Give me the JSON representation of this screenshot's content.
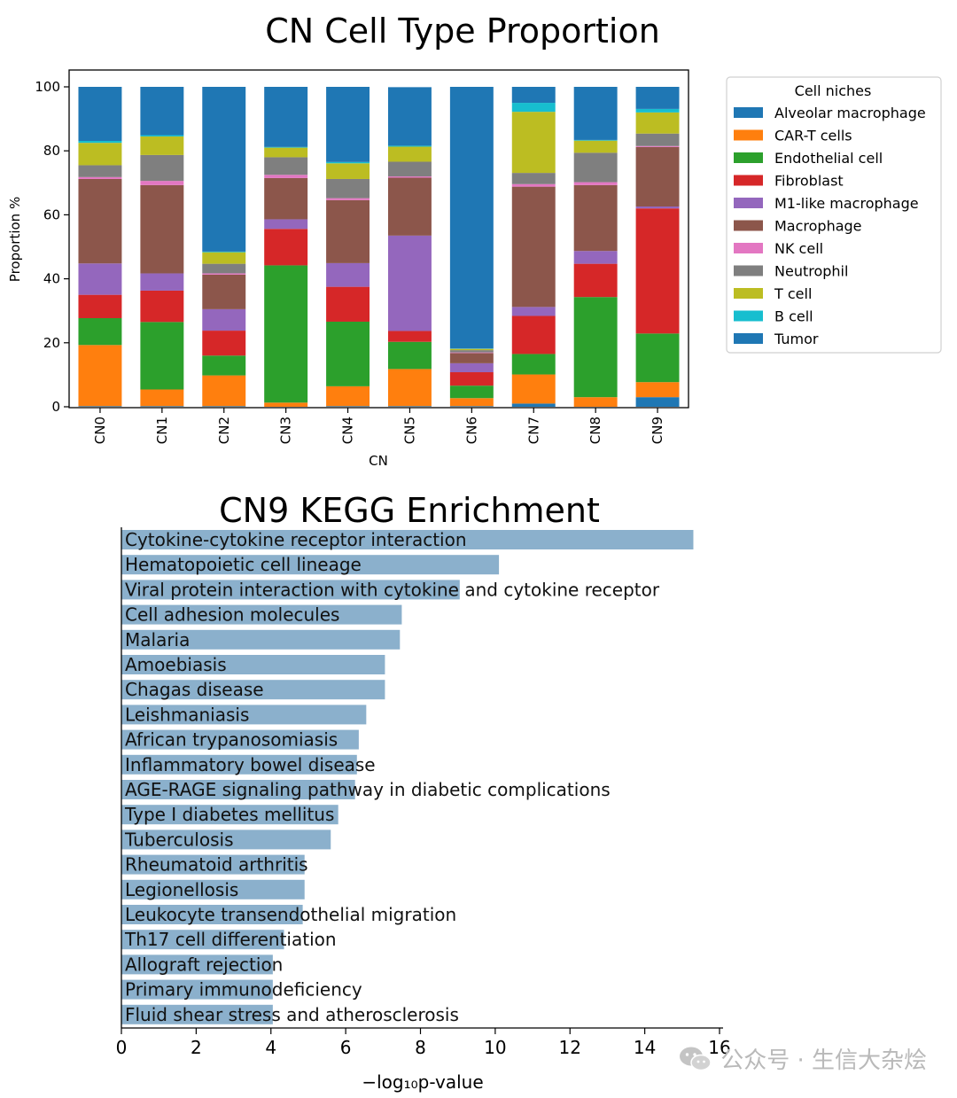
{
  "chart_data": [
    {
      "type": "bar",
      "stacked": true,
      "title": "CN Cell Type Proportion",
      "xlabel": "CN",
      "ylabel": "Proportion %",
      "ylim": [
        0,
        100
      ],
      "yticks": [
        "0",
        "20",
        "40",
        "60",
        "80",
        "100"
      ],
      "categories": [
        "CN0",
        "CN1",
        "CN2",
        "CN3",
        "CN4",
        "CN5",
        "CN6",
        "CN7",
        "CN8",
        "CN9"
      ],
      "legend": {
        "title": "Cell niches",
        "placement": "outside-right"
      },
      "series": [
        {
          "name": "Tumor",
          "color": "#1f77b4",
          "values": [
            0.2,
            0.2,
            0.2,
            0,
            0.2,
            0.2,
            0.2,
            1.0,
            0,
            3.0
          ]
        },
        {
          "name": "CAR-T cells",
          "color": "#ff7f0e",
          "values": [
            19.1,
            5.2,
            9.6,
            1.3,
            6.2,
            11.6,
            2.5,
            9.1,
            3.0,
            4.7
          ]
        },
        {
          "name": "Endothelial cell",
          "color": "#2ca02c",
          "values": [
            8.4,
            21.1,
            6.2,
            42.9,
            20.2,
            8.5,
            3.9,
            6.4,
            31.3,
            15.2
          ]
        },
        {
          "name": "Fibroblast",
          "color": "#d62728",
          "values": [
            7.3,
            9.8,
            7.8,
            11.4,
            10.9,
            3.4,
            4.2,
            11.9,
            10.4,
            39.1
          ]
        },
        {
          "name": "M1-like macrophage",
          "color": "#9467bd",
          "values": [
            9.8,
            5.4,
            6.7,
            3.0,
            7.4,
            29.8,
            2.8,
            2.8,
            4.0,
            0.6
          ]
        },
        {
          "name": "Macrophage",
          "color": "#8c564b",
          "values": [
            26.4,
            27.6,
            10.8,
            12.9,
            19.7,
            18.1,
            3.2,
            37.6,
            20.6,
            18.6
          ]
        },
        {
          "name": "NK cell",
          "color": "#e377c2",
          "values": [
            0.6,
            1.3,
            0.4,
            1.0,
            0.6,
            0.4,
            0.2,
            0.8,
            0.9,
            0.3
          ]
        },
        {
          "name": "Neutrophil",
          "color": "#7f7f7f",
          "values": [
            3.7,
            8.1,
            3.0,
            5.5,
            6.0,
            4.6,
            0.7,
            3.5,
            9.2,
            3.9
          ]
        },
        {
          "name": "T cell",
          "color": "#bcbd22",
          "values": [
            7.0,
            5.8,
            3.6,
            3.0,
            4.9,
            4.7,
            0.4,
            19.1,
            3.8,
            6.6
          ]
        },
        {
          "name": "B cell",
          "color": "#17becf",
          "values": [
            0.6,
            0.4,
            0.2,
            0.2,
            0.4,
            0.3,
            0.1,
            2.8,
            0.2,
            1.1
          ]
        },
        {
          "name": "Alveolar macrophage",
          "color": "#1f77b4",
          "values": [
            16.9,
            15.1,
            51.5,
            18.8,
            23.5,
            18.3,
            81.8,
            5.0,
            16.6,
            6.9
          ]
        }
      ],
      "legend_order": [
        "Alveolar macrophage",
        "CAR-T cells",
        "Endothelial cell",
        "Fibroblast",
        "M1-like macrophage",
        "Macrophage",
        "NK cell",
        "Neutrophil",
        "T cell",
        "B cell",
        "Tumor"
      ]
    },
    {
      "type": "bar",
      "orientation": "horizontal",
      "title": "CN9 KEGG Enrichment",
      "xlabel": "−log₁₀p-value",
      "ylabel": "",
      "xlim": [
        0,
        16
      ],
      "xticks": [
        "0",
        "2",
        "4",
        "6",
        "8",
        "10",
        "12",
        "14",
        "16"
      ],
      "bar_color": "#8bb0cc",
      "categories": [
        "Cytokine-cytokine receptor interaction",
        "Hematopoietic cell lineage",
        "Viral protein interaction with cytokine and cytokine receptor",
        "Cell adhesion molecules",
        "Malaria",
        "Amoebiasis",
        "Chagas disease",
        "Leishmaniasis",
        "African trypanosomiasis",
        "Inflammatory bowel disease",
        "AGE-RAGE signaling pathway in diabetic complications",
        "Type I diabetes mellitus",
        "Tuberculosis",
        "Rheumatoid arthritis",
        "Legionellosis",
        "Leukocyte transendothelial migration",
        "Th17 cell differentiation",
        "Allograft rejection",
        "Primary immunodeficiency",
        "Fluid shear stress and atherosclerosis"
      ],
      "values": [
        15.3,
        10.1,
        9.05,
        7.5,
        7.45,
        7.05,
        7.05,
        6.55,
        6.35,
        6.3,
        6.25,
        5.8,
        5.6,
        4.9,
        4.9,
        4.85,
        4.35,
        4.05,
        4.05,
        4.05
      ]
    }
  ],
  "watermark": {
    "text": "公众号 · 生信大杂烩",
    "icon": "wechat-icon"
  }
}
